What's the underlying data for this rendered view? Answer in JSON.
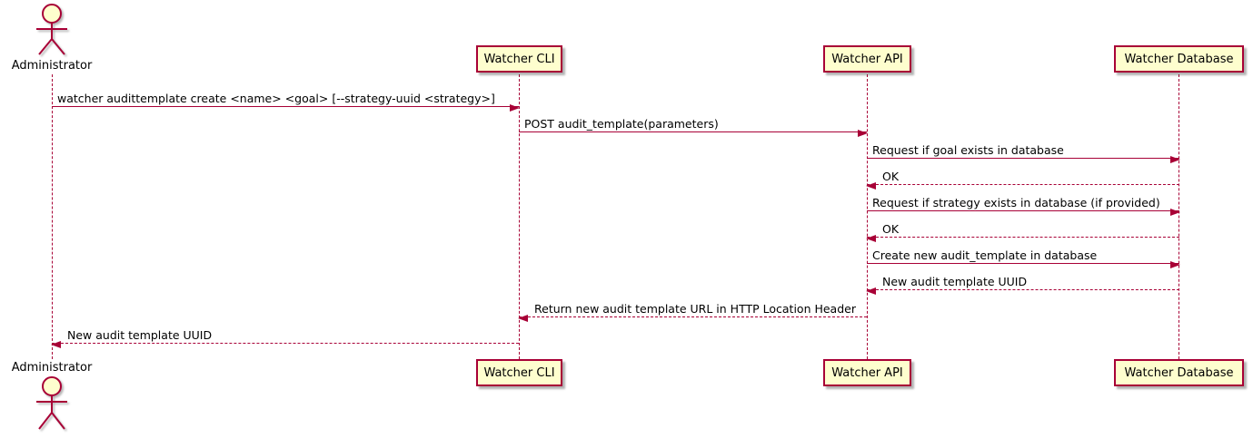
{
  "actor": {
    "name": "Administrator"
  },
  "participants": [
    {
      "label": "Watcher CLI"
    },
    {
      "label": "Watcher API"
    },
    {
      "label": "Watcher Database"
    }
  ],
  "messages": [
    {
      "from": "Administrator",
      "to": "Watcher CLI",
      "line": "solid",
      "text": "watcher audittemplate create <name> <goal> [--strategy-uuid <strategy>]"
    },
    {
      "from": "Watcher CLI",
      "to": "Watcher API",
      "line": "solid",
      "text": "POST audit_template(parameters)"
    },
    {
      "from": "Watcher API",
      "to": "Watcher Database",
      "line": "solid",
      "text": "Request if goal exists in database"
    },
    {
      "from": "Watcher Database",
      "to": "Watcher API",
      "line": "dashed",
      "text": "OK"
    },
    {
      "from": "Watcher API",
      "to": "Watcher Database",
      "line": "solid",
      "text": "Request if strategy exists in database (if provided)"
    },
    {
      "from": "Watcher Database",
      "to": "Watcher API",
      "line": "dashed",
      "text": "OK"
    },
    {
      "from": "Watcher API",
      "to": "Watcher Database",
      "line": "solid",
      "text": "Create new audit_template in database"
    },
    {
      "from": "Watcher Database",
      "to": "Watcher API",
      "line": "dashed",
      "text": "New audit template UUID"
    },
    {
      "from": "Watcher API",
      "to": "Watcher CLI",
      "line": "dashed",
      "text": "Return new audit template URL in HTTP Location Header"
    },
    {
      "from": "Watcher CLI",
      "to": "Administrator",
      "line": "dashed",
      "text": "New audit template UUID"
    }
  ],
  "icons": {
    "actor_figure": "stick-figure-person"
  },
  "colors": {
    "participant_fill": "#FEFECE",
    "stroke": "#A80036",
    "text": "#000000",
    "shadow": "#888888",
    "background": "#FFFFFF"
  }
}
